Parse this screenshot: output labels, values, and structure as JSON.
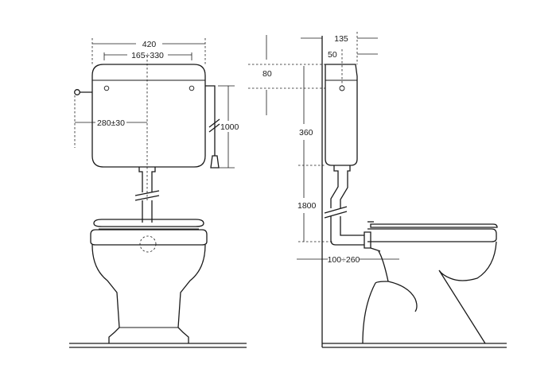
{
  "dimensions": {
    "tank_width": "420",
    "fixing_holes": "165÷330",
    "lever_height": "280±30",
    "cistern_height": "1000",
    "side_depth": "135",
    "outlet_offset": "50",
    "inlet_height": "80",
    "tank_side_height": "360",
    "install_height": "1800",
    "outlet_distance": "100÷260"
  }
}
